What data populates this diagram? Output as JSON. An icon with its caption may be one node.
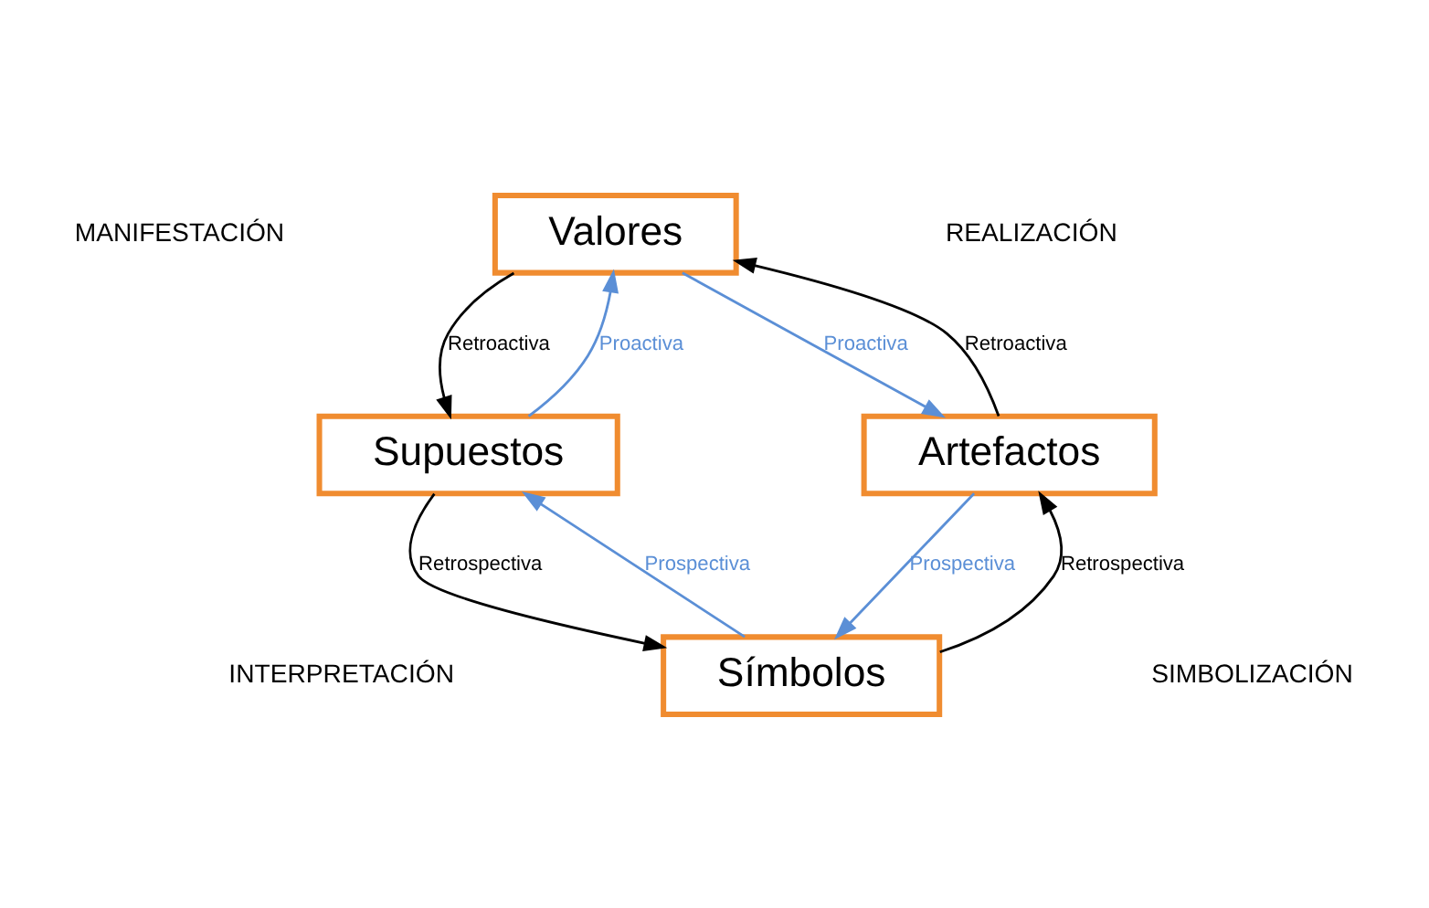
{
  "diagram": {
    "nodes": [
      {
        "text": [
          "Valores"
        ]
      },
      {
        "text": [
          "Artefactos"
        ]
      },
      {
        "text": [
          "Símbolos"
        ]
      },
      {
        "text": [
          "Supuestos"
        ]
      }
    ],
    "edges": [
      {
        "from": 3,
        "to": 0,
        "arrow": "to",
        "label": "Proactiva",
        "color": "#5b8fd6"
      },
      {
        "from": 0,
        "to": 3,
        "arrow": "to",
        "label": "Retroactiva",
        "color": "#000000"
      },
      {
        "from": 0,
        "to": 1,
        "arrow": "to",
        "label": "Proactiva",
        "color": "#5b8fd6"
      },
      {
        "from": 1,
        "to": 0,
        "arrow": "to",
        "label": "Retroactiva",
        "color": "#000000"
      },
      {
        "from": 1,
        "to": 2,
        "arrow": "to",
        "label": "Prospectiva",
        "color": "#5b8fd6"
      },
      {
        "from": 2,
        "to": 1,
        "arrow": "to",
        "label": "Retrospectiva",
        "color": "#000000"
      },
      {
        "from": 3,
        "to": 2,
        "arrow": "to",
        "label": "Retrospectiva",
        "color": "#000000"
      },
      {
        "from": 2,
        "to": 3,
        "arrow": "to",
        "label": "Prospectiva",
        "color": "#5b8fd6"
      }
    ],
    "labels": [
      "MANIFESTACIÓN",
      "REALIZACIÓN",
      "INTERPRETACIÓN",
      "SIMBOLIZACIÓN"
    ]
  }
}
